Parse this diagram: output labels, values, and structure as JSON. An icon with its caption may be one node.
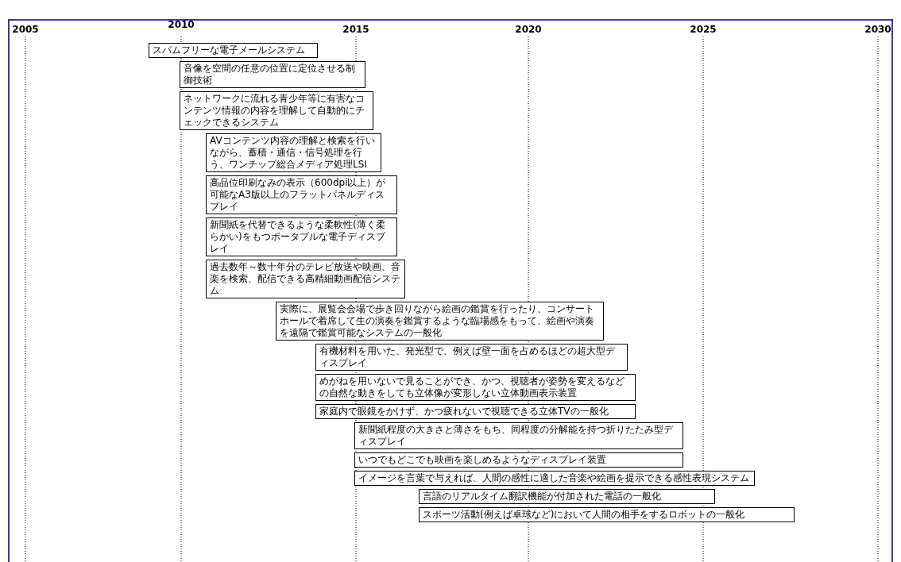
{
  "diagram": {
    "nodes": [
      {
        "text": [
          "スパムフリーな電子メールシステム"
        ]
      },
      {
        "text": [
          "音像を空間の任意の位置に定位させる制御技術"
        ]
      },
      {
        "text": [
          "ネットワークに流れる青少年等に有害なコンテンツ情報の内容を理解して自動的にチェックできるシステム"
        ]
      },
      {
        "text": [
          "AVコンテンツ内容の理解と検索を行いながら、蓄積・通信・信号処理を行う、ワンチップ総合メディア処理LSI"
        ]
      },
      {
        "text": [
          "高品位印刷なみの表示（600dpi以上）が可能なA3版以上のフラットパネルディスプレイ"
        ]
      },
      {
        "text": [
          "新聞紙を代替できるような柔軟性(薄く柔らかい)をもつポータブルな電子ディスプレイ"
        ]
      },
      {
        "text": [
          "過去数年～数十年分のテレビ放送や映画、音楽を検索、配信できる高精細動画配信システム"
        ]
      },
      {
        "text": [
          "実際に、展覧会会場で歩き回りながら絵画の鑑賞を行ったり、コンサートホールで着席して生の演奏を鑑賞するような臨場感をもって、絵画や演奏を遠隔で鑑賞可能なシステムの一般化"
        ]
      },
      {
        "text": [
          "有機材料を用いた、発光型で、例えば壁一面を占めるほどの超大型ディスプレイ"
        ]
      },
      {
        "text": [
          "めがねを用いないで見ることができ、かつ、視聴者が姿勢を変えるなどの自然な動きをしても立体像が変形しない立体動画表示装置"
        ]
      },
      {
        "text": [
          "家庭内で眼鏡をかけず、かつ疲れないで視聴できる立体TVの一般化"
        ]
      },
      {
        "text": [
          "新聞紙程度の大きさと薄さをもち、同程度の分解能を持つ折りたたみ型ディスプレイ"
        ]
      },
      {
        "text": [
          "いつでもどこでも映画を楽しめるようなディスプレイ装置"
        ]
      },
      {
        "text": [
          "イメージを言葉で与えれば、人間の感性に適した音楽や絵画を提示できる感性表現システム"
        ]
      },
      {
        "text": [
          "言語のリアルタイム翻訳機能が付加された電話の一般化"
        ]
      },
      {
        "text": [
          "スポーツ活動(例えば卓球など)において人間の相手をするロボットの一般化"
        ]
      }
    ],
    "edges": [],
    "labels": [
      "2005",
      "2010",
      "2015",
      "2020",
      "2025",
      "2030"
    ]
  }
}
